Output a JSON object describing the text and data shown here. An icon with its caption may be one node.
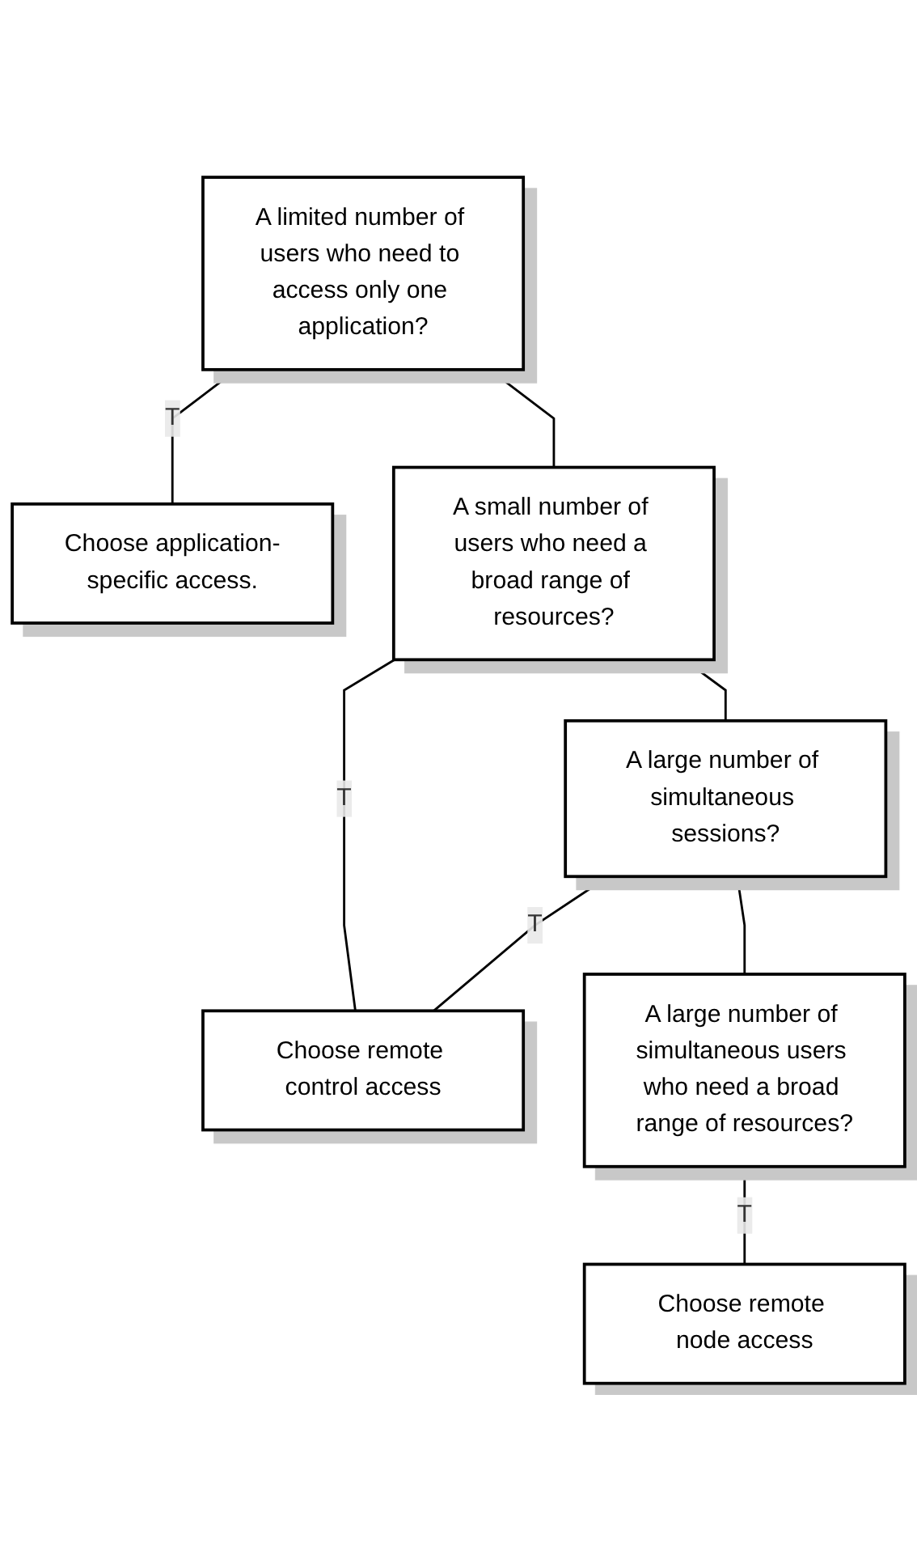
{
  "diagram": {
    "nodes": [
      {
        "text": [
          "A limited number of users who need to access only one application?"
        ]
      },
      {
        "text": [
          "Choose application-specific access."
        ]
      },
      {
        "text": [
          "A small number of users who need a broad range of resources?"
        ]
      },
      {
        "text": [
          "Choose remote control access"
        ]
      },
      {
        "text": [
          "A large number of simultaneous sessions?"
        ]
      },
      {
        "text": [
          "A large number of simultaneous users who need a broad range of resources?"
        ]
      },
      {
        "text": [
          "Choose remote node access"
        ]
      }
    ],
    "edges": [
      {
        "from": 0,
        "to": 1,
        "arrow": "none",
        "label": "T"
      },
      {
        "from": 0,
        "to": 2,
        "arrow": "none"
      },
      {
        "from": 2,
        "to": 3,
        "arrow": "none",
        "label": "T"
      },
      {
        "from": 2,
        "to": 4,
        "arrow": "none"
      },
      {
        "from": 4,
        "to": 3,
        "arrow": "none",
        "label": "T"
      },
      {
        "from": 4,
        "to": 5,
        "arrow": "none"
      },
      {
        "from": 5,
        "to": 6,
        "arrow": "none",
        "label": "T"
      }
    ]
  }
}
